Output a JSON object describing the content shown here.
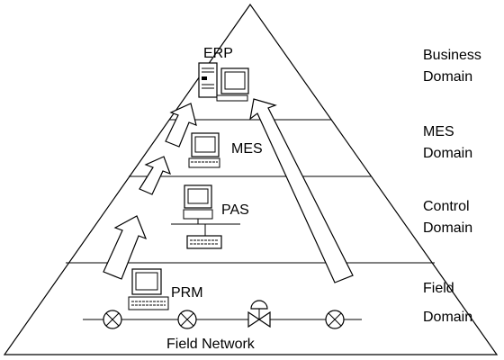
{
  "layers": {
    "erp": "ERP",
    "mes": "MES",
    "pas": "PAS",
    "prm": "PRM",
    "field_network": "Field Network"
  },
  "domains": [
    {
      "line1": "Business",
      "line2": "Domain"
    },
    {
      "line1": "MES",
      "line2": "Domain"
    },
    {
      "line1": "Control",
      "line2": "Domain"
    },
    {
      "line1": "Field",
      "line2": "Domain"
    }
  ],
  "colors": {
    "stroke": "#000000",
    "fill": "#ffffff"
  }
}
